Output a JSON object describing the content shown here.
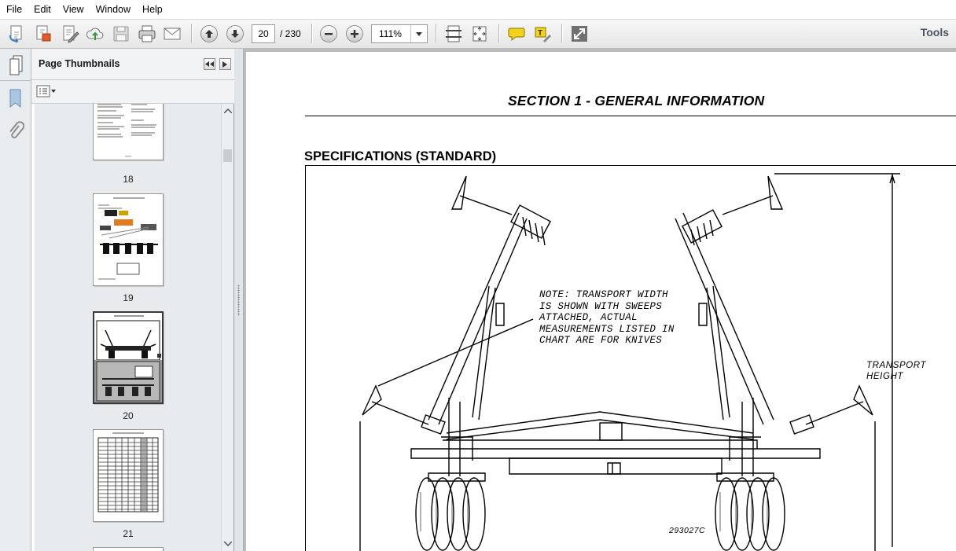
{
  "menu": [
    "File",
    "Edit",
    "View",
    "Window",
    "Help"
  ],
  "toolbar": {
    "current_page": "20",
    "total_pages": "/ 230",
    "zoom": "111%",
    "tools_label": "Tools"
  },
  "panel": {
    "title": "Page Thumbnails",
    "thumbnails": [
      {
        "label": "18"
      },
      {
        "label": "19"
      },
      {
        "label": "20"
      },
      {
        "label": "21"
      }
    ]
  },
  "document": {
    "section_title": "SECTION 1 - GENERAL INFORMATION",
    "spec_title": "SPECIFICATIONS (STANDARD)",
    "note_lines": [
      "NOTE: TRANSPORT WIDTH",
      "IS SHOWN WITH SWEEPS",
      "ATTACHED, ACTUAL",
      "MEASUREMENTS LISTED IN",
      "CHART ARE FOR KNIVES"
    ],
    "transport_line1": "TRANSPORT",
    "transport_line2": "HEIGHT",
    "figure_code": "293027C"
  },
  "colors": {
    "accent_blue": "#3f7fc0",
    "tool_green": "#3a9a3a",
    "comment_yellow": "#f3d21b",
    "panel_bg": "#e8ebee",
    "doc_bg": "#b9bcc0"
  },
  "icons": [
    "create-pdf-icon",
    "export-icon",
    "edit-icon",
    "upload-icon",
    "save-icon",
    "print-icon",
    "email-icon",
    "prev-page-icon",
    "next-page-icon",
    "zoom-out-icon",
    "zoom-in-icon",
    "fit-width-icon",
    "fit-page-icon",
    "comment-icon",
    "highlight-icon",
    "fullscreen-icon",
    "bookmarks-icon",
    "attachments-icon",
    "thumbnail-options-icon"
  ]
}
